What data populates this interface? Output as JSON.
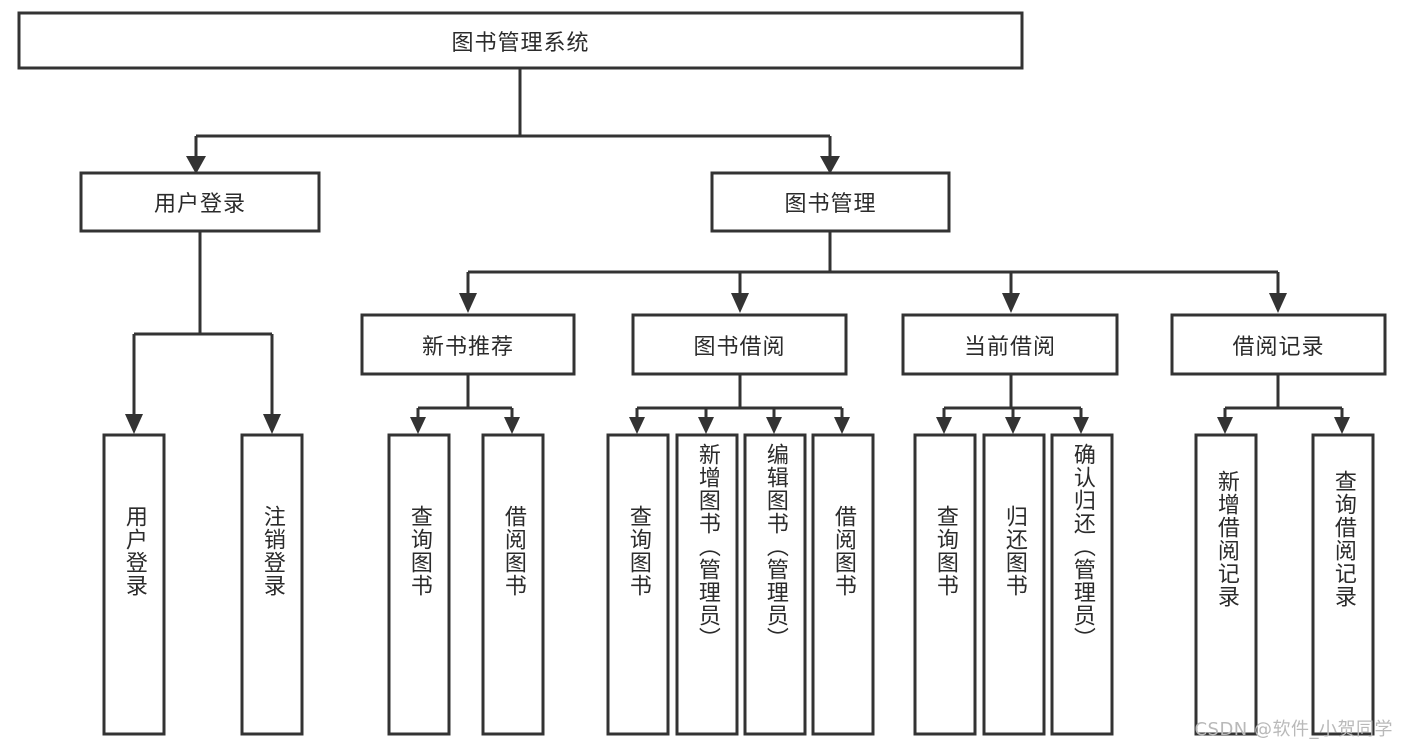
{
  "diagram": {
    "title": "图书管理系统",
    "type": "tree-hierarchy-diagram",
    "colors": {
      "box_stroke": "#333333",
      "box_fill": "#ffffff",
      "text": "#2b2b2b",
      "background": "#ffffff",
      "watermark": "#b9b9b9"
    },
    "root": {
      "label": "图书管理系统"
    },
    "level2": [
      {
        "label": "用户登录"
      },
      {
        "label": "图书管理"
      }
    ],
    "level3": [
      {
        "label": "新书推荐"
      },
      {
        "label": "图书借阅"
      },
      {
        "label": "当前借阅"
      },
      {
        "label": "借阅记录"
      }
    ],
    "leaves": {
      "user_login": [
        {
          "label": "用户登录"
        },
        {
          "label": "注销登录"
        }
      ],
      "new_book_recommend": [
        {
          "label": "查询图书"
        },
        {
          "label": "借阅图书"
        }
      ],
      "book_borrow": [
        {
          "label": "查询图书"
        },
        {
          "label": "新增图书（管理员）"
        },
        {
          "label": "编辑图书（管理员）"
        },
        {
          "label": "借阅图书"
        }
      ],
      "current_borrow": [
        {
          "label": "查询图书"
        },
        {
          "label": "归还图书"
        },
        {
          "label": "确认归还（管理员）"
        }
      ],
      "borrow_records": [
        {
          "label": "新增借阅记录"
        },
        {
          "label": "查询借阅记录"
        }
      ]
    }
  },
  "watermark": {
    "text": "CSDN @软件_小贺同学"
  }
}
